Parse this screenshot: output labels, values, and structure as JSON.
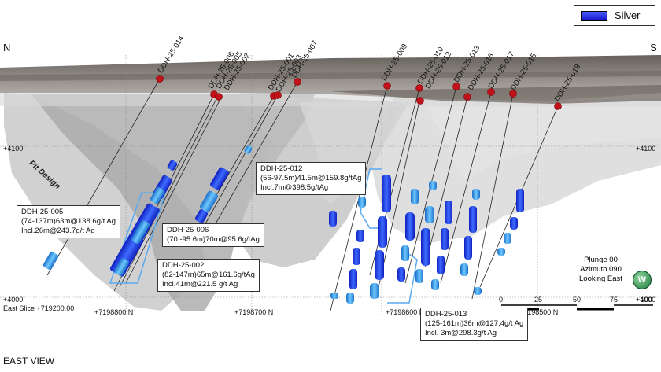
{
  "legend": {
    "label": "Silver",
    "swatch_color": "#2020e0"
  },
  "compass": {
    "north": "N",
    "south": "S"
  },
  "elevations": {
    "upper_left": "+4100",
    "upper_right": "+4100",
    "lower_left": "+4000",
    "lower_right": "+4000"
  },
  "slice_label": "East Slice +719200.00",
  "northings": [
    "+7198800 N",
    "+7198700 N",
    "+7198600 N",
    "+7198500 N"
  ],
  "scale_bar": {
    "ticks": [
      "0",
      "25",
      "50",
      "75",
      "100"
    ]
  },
  "orientation": {
    "plunge": "Plunge 00",
    "azimuth": "Azimuth 090",
    "looking": "Looking East",
    "icon_letter": "W"
  },
  "pit_label": "Pit Design",
  "view_label": "EAST VIEW",
  "drillholes": [
    "DDH-25-014",
    "DDH-25-006",
    "DDH-25-005",
    "DDH-25-002",
    "DDH-25-001",
    "DDH-25-003",
    "DDH-25-007",
    "DDH-25-009",
    "DDH-25-010",
    "DDH-25-012",
    "DDH-25-013",
    "DDH-25-016",
    "DDH-25-017",
    "DDH-25-015",
    "DDH-25-018"
  ],
  "callouts": {
    "ddh005": {
      "title": "DDH-25-005",
      "line1": "(74-137m)63m@138.6g/t Ag",
      "line2": "Incl.26m@243.7g/t Ag"
    },
    "ddh012": {
      "title": "DDH-25-012",
      "line1": "(56-97.5m)41.5m@159.8g/tAg",
      "line2": "Incl.7m@398.5g/tAg"
    },
    "ddh006": {
      "title": "DDH-25-006",
      "line1": "(70 -95.6m)70m@95.6g/tAg"
    },
    "ddh002": {
      "title": "DDH-25-002",
      "line1": "(82-147m)65m@161.6g/tAg",
      "line2": "Incl.41m@221.5 g/t Ag"
    },
    "ddh013": {
      "title": "DDH-25-013",
      "line1": "(125-161m)36m@127.4g/t Ag",
      "line2": "Incl. 3m@298.3g/t Ag"
    }
  }
}
